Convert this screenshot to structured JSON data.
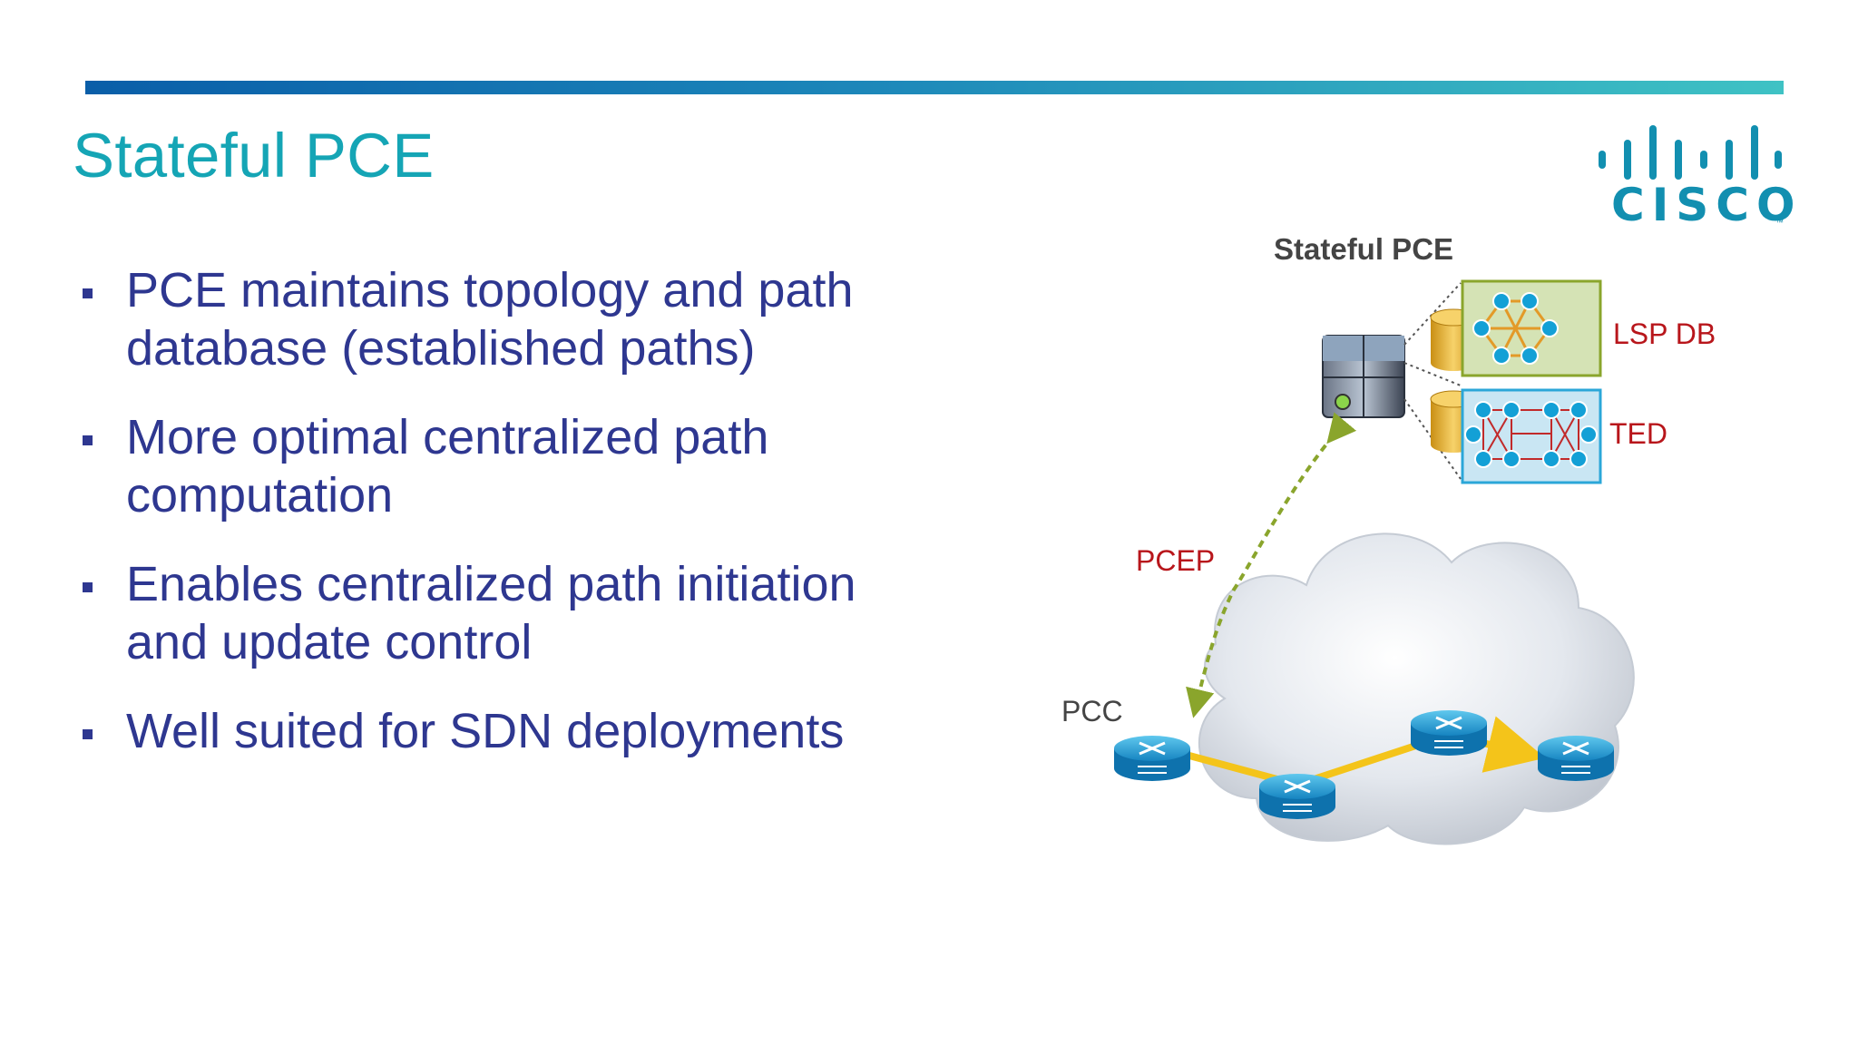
{
  "slide": {
    "title": "Stateful PCE",
    "bullets": [
      "PCE maintains topology and path database (established paths)",
      "More optimal centralized path computation",
      "Enables centralized path initiation and update control",
      "Well suited for SDN deployments"
    ]
  },
  "logo": {
    "word": "CISCO",
    "tm": "™",
    "color": "#128fb0"
  },
  "diagram": {
    "pce_label": "Stateful PCE",
    "lsp_db_label": "LSP DB",
    "ted_label": "TED",
    "pcep_label": "PCEP",
    "pcc_label": "PCC"
  },
  "colors": {
    "title": "#15a5b5",
    "bullet_text": "#2e3790",
    "accent_red": "#b8161b",
    "path_arrow": "#f4c41a",
    "pcep_arrow": "#8aa52c"
  }
}
